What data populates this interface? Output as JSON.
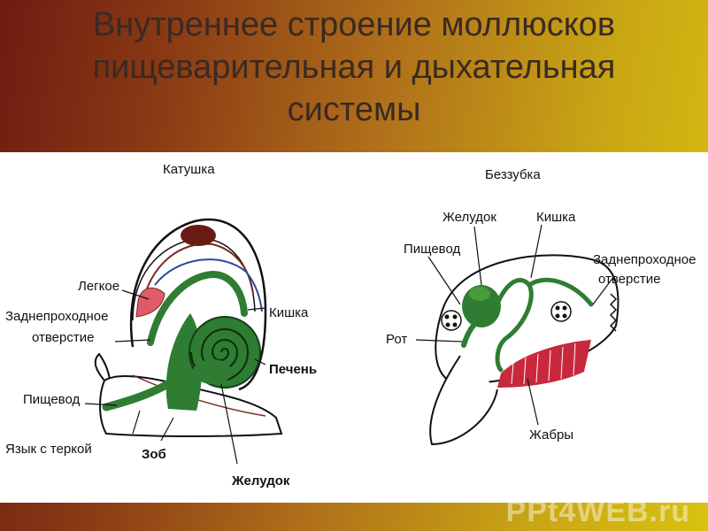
{
  "slide": {
    "title": "Внутреннее строение моллюсков\nпищеварительная и дыхательная\nсистемы",
    "watermark": "PPt4WEB.ru"
  },
  "snail": {
    "heading": "Катушка",
    "labels": {
      "lung": "Легкое",
      "anus_line1": "Заднепроходное",
      "anus_line2": "отверстие",
      "intestine": "Кишка",
      "liver": "Печень",
      "esophagus": "Пищевод",
      "tongue": "Язык с теркой",
      "crop": "Зоб",
      "stomach": "Желудок"
    }
  },
  "mussel": {
    "heading": "Беззубка",
    "labels": {
      "stomach": "Желудок",
      "intestine": "Кишка",
      "esophagus": "Пищевод",
      "anus_line1": "Заднепроходное",
      "anus_line2": "отверстие",
      "mouth": "Рот",
      "gills": "Жабры"
    }
  },
  "colors": {
    "organ_green": "#2e7d32",
    "lung_pink": "#e05a6a",
    "gill_red": "#c8283c",
    "vessel_brown": "#7a2a1a",
    "vessel_blue": "#2a4a9a"
  }
}
